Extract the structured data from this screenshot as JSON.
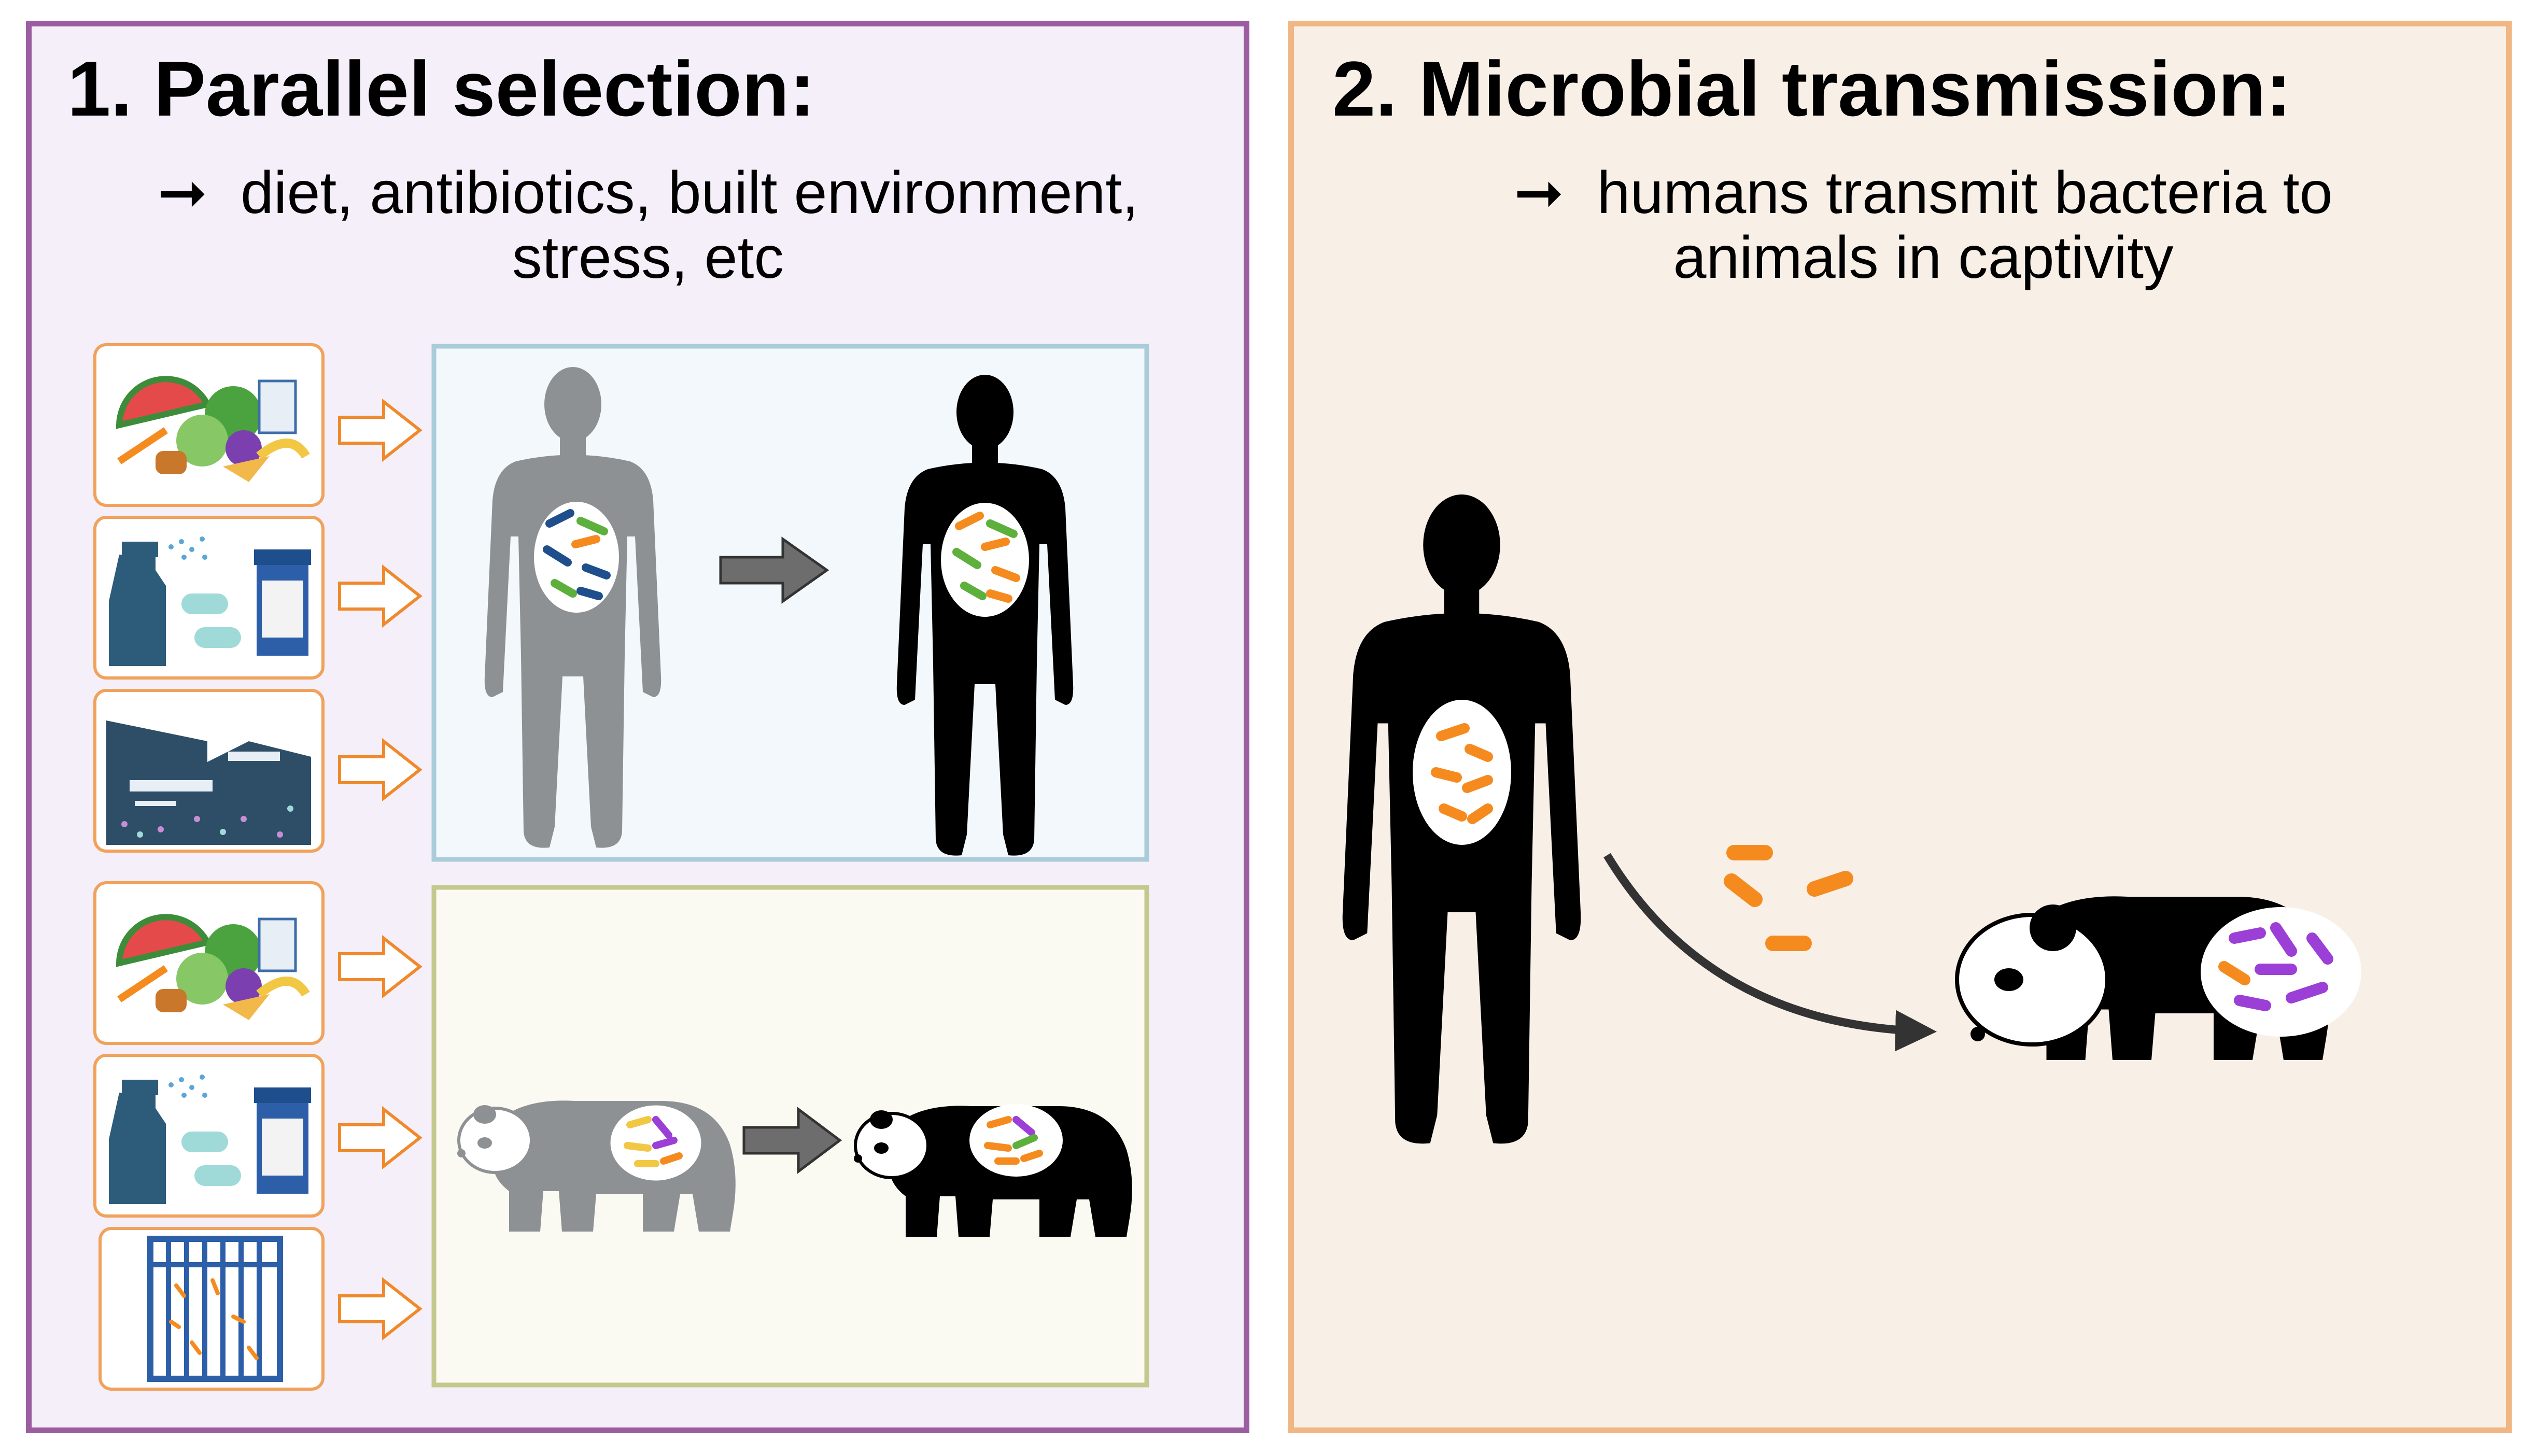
{
  "panel1": {
    "title": "1.  Parallel selection:",
    "bullet_arrow": "➞",
    "subtitle_line1": "diet, antibiotics, built environment,",
    "subtitle_line2": "stress, etc"
  },
  "panel2": {
    "title": "2. Microbial transmission:",
    "bullet_arrow": "➞",
    "subtitle_line1": "humans transmit bacteria to",
    "subtitle_line2": "animals in captivity"
  },
  "colors": {
    "panel1_border": "#9b5da0",
    "panel1_bg": "#f5effa",
    "panel2_border": "#f0b683",
    "panel2_bg": "#f8efe6",
    "human_box_border": "#a9ccd8",
    "human_box_bg": "#f2f8fb",
    "panda_box_border": "#c2c98d",
    "panda_box_bg": "#fafaf2",
    "tile_border": "#f0a25c",
    "bacteria_orange": "#f58b1f",
    "bacteria_purple": "#9b3fd6",
    "bacteria_green": "#5cb03b",
    "bacteria_blue": "#1f4e8c"
  }
}
